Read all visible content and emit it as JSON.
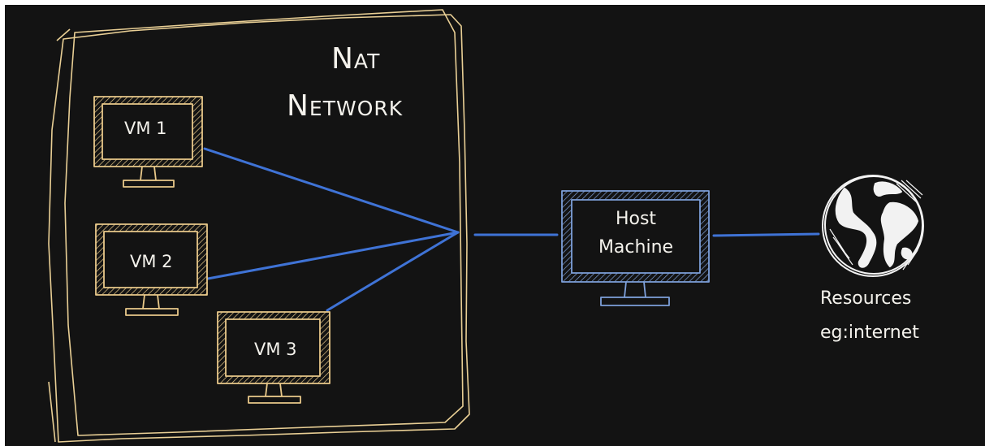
{
  "diagram": {
    "title_lines": [
      "Nat",
      "Network"
    ],
    "vms": [
      {
        "label": "VM 1"
      },
      {
        "label": "VM 2"
      },
      {
        "label": "VM 3"
      }
    ],
    "host": {
      "lines": [
        "Host",
        "Machine"
      ]
    },
    "resources": {
      "lines": [
        "Resources",
        "eg:internet"
      ]
    },
    "colors": {
      "background": "#131313",
      "vm_outline": "#e9c98a",
      "network_box": "#e9cf95",
      "host_outline": "#7ea0da",
      "link_line": "#3f73d6",
      "globe": "#f2f2f2",
      "text": "#f4f2ec"
    },
    "icons": [
      "vm-monitor-icon",
      "host-monitor-icon",
      "globe-icon"
    ]
  }
}
